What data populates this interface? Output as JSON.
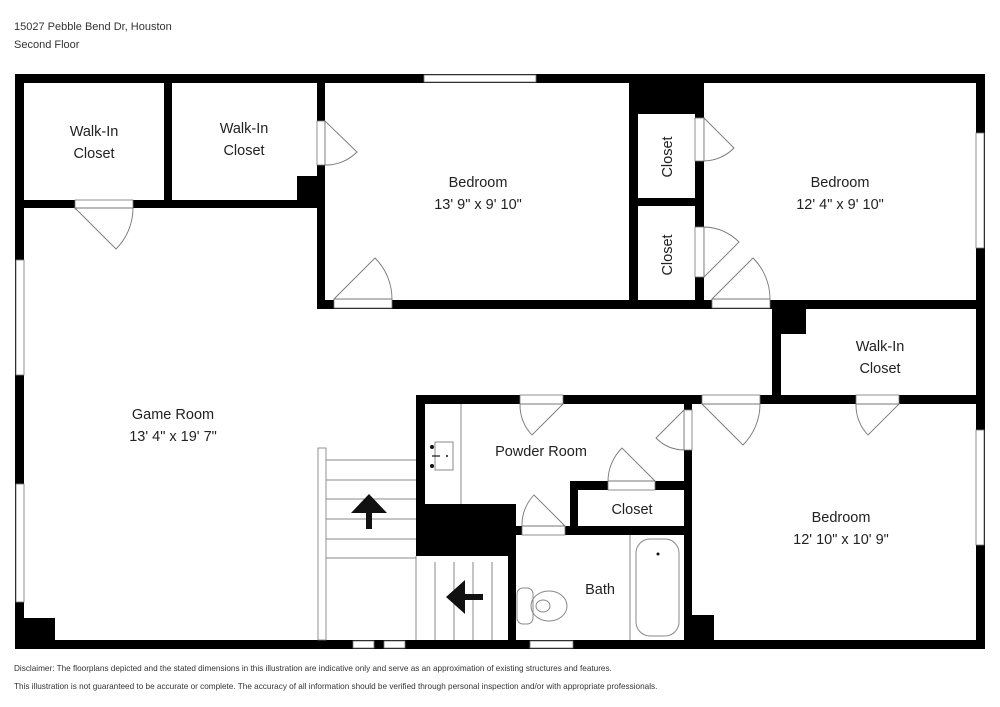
{
  "header": {
    "address": "15027 Pebble Bend Dr, Houston",
    "floor": "Second Floor"
  },
  "rooms": {
    "walk_in_closet_1": {
      "name_line1": "Walk-In",
      "name_line2": "Closet"
    },
    "walk_in_closet_2": {
      "name_line1": "Walk-In",
      "name_line2": "Closet"
    },
    "bedroom_1": {
      "name": "Bedroom",
      "dimensions": "13' 9\" x 9' 10\""
    },
    "closet_upper": {
      "name": "Closet"
    },
    "closet_lower": {
      "name": "Closet"
    },
    "bedroom_2": {
      "name": "Bedroom",
      "dimensions": "12' 4\" x 9' 10\""
    },
    "walk_in_closet_3": {
      "name_line1": "Walk-In",
      "name_line2": "Closet"
    },
    "game_room": {
      "name": "Game Room",
      "dimensions": "13' 4\" x 19' 7\""
    },
    "powder_room": {
      "name": "Powder Room"
    },
    "closet_powder": {
      "name": "Closet"
    },
    "bath": {
      "name": "Bath"
    },
    "bedroom_3": {
      "name": "Bedroom",
      "dimensions": "12' 10\" x 10' 9\""
    }
  },
  "disclaimer": {
    "line1": "Disclaimer: The floorplans depicted and the stated dimensions in this illustration are indicative only and serve as an approximation of existing structures and features.",
    "line2": "This illustration is not guaranteed to be accurate or complete. The accuracy of all information should be verified through personal inspection and/or with appropriate professionals."
  },
  "icons": {
    "stairs_up": "arrow-up-icon",
    "stairs_left": "arrow-left-icon",
    "sink": "sink-icon",
    "toilet": "toilet-icon",
    "bathtub": "bathtub-icon"
  }
}
